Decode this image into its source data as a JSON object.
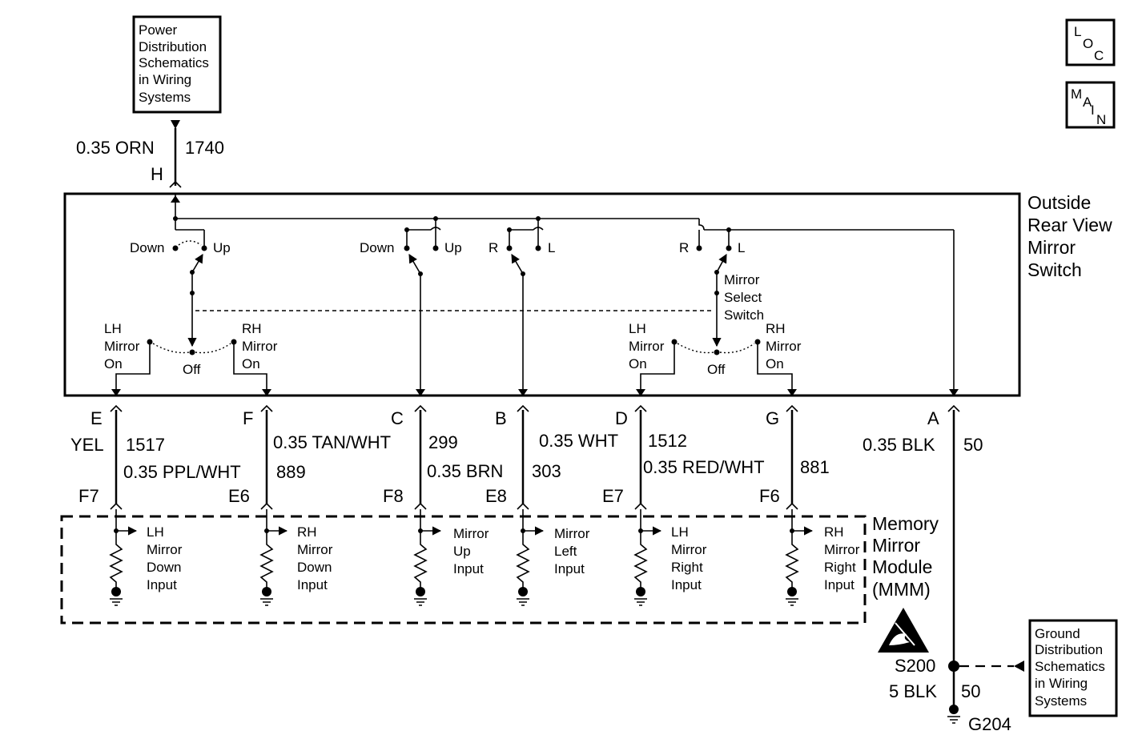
{
  "top_ref": {
    "lines": [
      "Power",
      "Distribution",
      "Schematics",
      "in Wiring",
      "Systems"
    ]
  },
  "power_wire": {
    "size_color": "0.35 ORN",
    "circuit": "1740",
    "pin": "H"
  },
  "switch": {
    "name_lines": [
      "Outside",
      "Rear View",
      "Mirror",
      "Switch"
    ],
    "labels": {
      "down1": "Down",
      "up1": "Up",
      "down2": "Down",
      "up2": "Up",
      "r1": "R",
      "l1": "L",
      "r2": "R",
      "l2": "L",
      "select_lines": [
        "Mirror",
        "Select",
        "Switch"
      ],
      "lh_left_lines": [
        "LH",
        "Mirror",
        "On"
      ],
      "rh_left_lines": [
        "RH",
        "Mirror",
        "On"
      ],
      "off_left": "Off",
      "lh_right_lines": [
        "LH",
        "Mirror",
        "On"
      ],
      "rh_right_lines": [
        "RH",
        "Mirror",
        "On"
      ],
      "off_right": "Off"
    }
  },
  "pins": {
    "e": "E",
    "f": "F",
    "c": "C",
    "b": "B",
    "d": "D",
    "g": "G",
    "a": "A"
  },
  "wires": {
    "yel": "YEL",
    "c1517": "1517",
    "ppl_wht": "0.35 PPL/WHT",
    "c889": "889",
    "tan_wht": "0.35 TAN/WHT",
    "c299": "299",
    "brn": "0.35 BRN",
    "c303": "303",
    "wht": "0.35 WHT",
    "c1512": "1512",
    "red_wht": "0.35 RED/WHT",
    "c881": "881",
    "blk": "0.35 BLK",
    "c50": "50"
  },
  "mmm_pins": {
    "f7": "F7",
    "e6": "E6",
    "f8": "F8",
    "e8": "E8",
    "e7": "E7",
    "f6": "F6"
  },
  "inputs": {
    "lh_down": [
      "LH",
      "Mirror",
      "Down",
      "Input"
    ],
    "rh_down": [
      "RH",
      "Mirror",
      "Down",
      "Input"
    ],
    "up": [
      "Mirror",
      "Up",
      "Input"
    ],
    "left": [
      "Mirror",
      "Left",
      "Input"
    ],
    "lh_right": [
      "LH",
      "Mirror",
      "Right",
      "Input"
    ],
    "rh_right": [
      "RH",
      "Mirror",
      "Right",
      "Input"
    ]
  },
  "module": {
    "name_lines": [
      "Memory",
      "Mirror",
      "Module",
      "(MMM)"
    ]
  },
  "ground": {
    "splice": "S200",
    "splice_wire": "5 BLK",
    "splice_circuit": "50",
    "ground_id": "G204",
    "ref_lines": [
      "Ground",
      "Distribution",
      "Schematics",
      "in Wiring",
      "Systems"
    ]
  },
  "nav": {
    "loc": [
      "L",
      "O",
      "C"
    ],
    "main": [
      "M",
      "A",
      "I",
      "N"
    ]
  }
}
